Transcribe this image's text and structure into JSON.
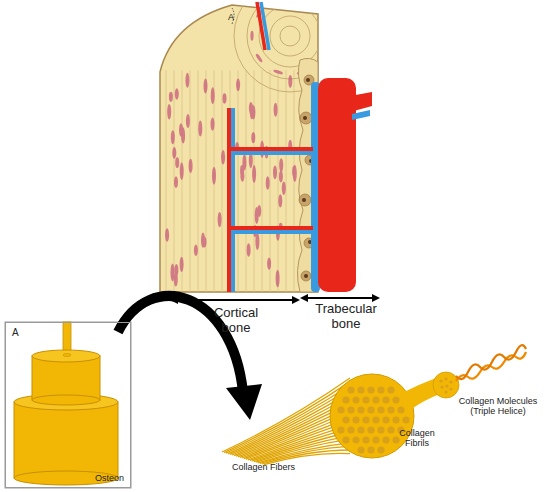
{
  "diagram": {
    "nodes": [
      {
        "text": [
          "A",
          "Osteon"
        ]
      }
    ],
    "labels": [
      "A",
      "Cortical bone",
      "Trabecular bone",
      "Collagen Fibers",
      "Collagen Fibrils",
      "Collagen Molecules (Triple Helice)"
    ]
  }
}
